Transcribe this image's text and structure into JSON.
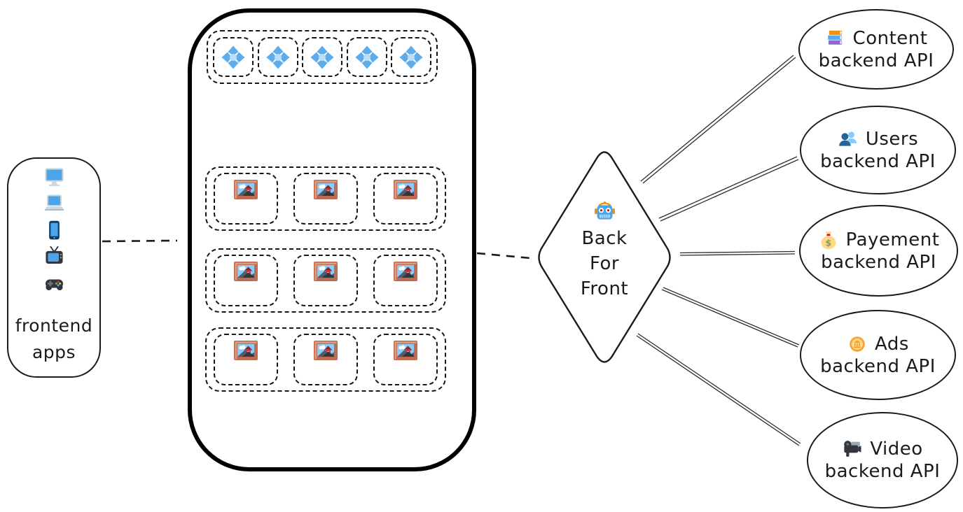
{
  "canvas": {
    "background": "#ffffff",
    "stroke_color": "#1b1b1b",
    "accent_blue": "#55acee"
  },
  "frontend": {
    "label_line1": "frontend",
    "label_line2": "apps",
    "icons": [
      "desktop-icon",
      "laptop-icon",
      "mobile-phone-icon",
      "television-icon",
      "gamepad-icon"
    ]
  },
  "app_screen": {
    "services_row": {
      "icon": "diamond-icon",
      "count": 5
    },
    "widget_rows": {
      "icon": "framed-picture-icon",
      "row_count": 3,
      "items_per_row": 3
    }
  },
  "bff": {
    "icon": "robot-icon",
    "line1": "Back",
    "line2": "For",
    "line3": "Front"
  },
  "backends": [
    {
      "icon": "books-icon",
      "name_label": "Content",
      "type_label": "backend API"
    },
    {
      "icon": "users-icon",
      "name_label": "Users",
      "type_label": "backend API"
    },
    {
      "icon": "money-bag-icon",
      "name_label": "Payement",
      "type_label": "backend API"
    },
    {
      "icon": "coin-icon",
      "name_label": "Ads",
      "type_label": "backend API"
    },
    {
      "icon": "video-camera-icon",
      "name_label": "Video",
      "type_label": "backend API"
    }
  ],
  "connections": [
    {
      "from": "frontend apps",
      "to": "app screen",
      "style": "dashed"
    },
    {
      "from": "app screen",
      "to": "Back For Front",
      "style": "dashed"
    },
    {
      "from": "Back For Front",
      "to": "Content backend API",
      "style": "solid"
    },
    {
      "from": "Back For Front",
      "to": "Users backend API",
      "style": "solid"
    },
    {
      "from": "Back For Front",
      "to": "Payement backend API",
      "style": "solid"
    },
    {
      "from": "Back For Front",
      "to": "Ads backend API",
      "style": "solid"
    },
    {
      "from": "Back For Front",
      "to": "Video backend API",
      "style": "solid"
    }
  ]
}
